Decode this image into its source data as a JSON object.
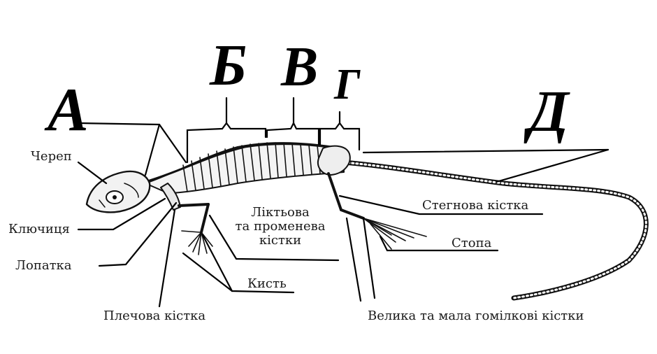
{
  "section_letters": {
    "a": "А",
    "b": "Б",
    "v": "В",
    "g": "Г",
    "d": "Д"
  },
  "labels": {
    "skull": "Череп",
    "clavicle": "Ключиця",
    "scapula": "Лопатка",
    "humerus": "Плечова кістка",
    "ulna_radius": [
      "Ліктьова",
      "та променева",
      "кістки"
    ],
    "hand": "Кисть",
    "femur": "Стегнова кістка",
    "foot": "Стопа",
    "tibia_fibula": "Велика та мала гомілкові кістки"
  }
}
